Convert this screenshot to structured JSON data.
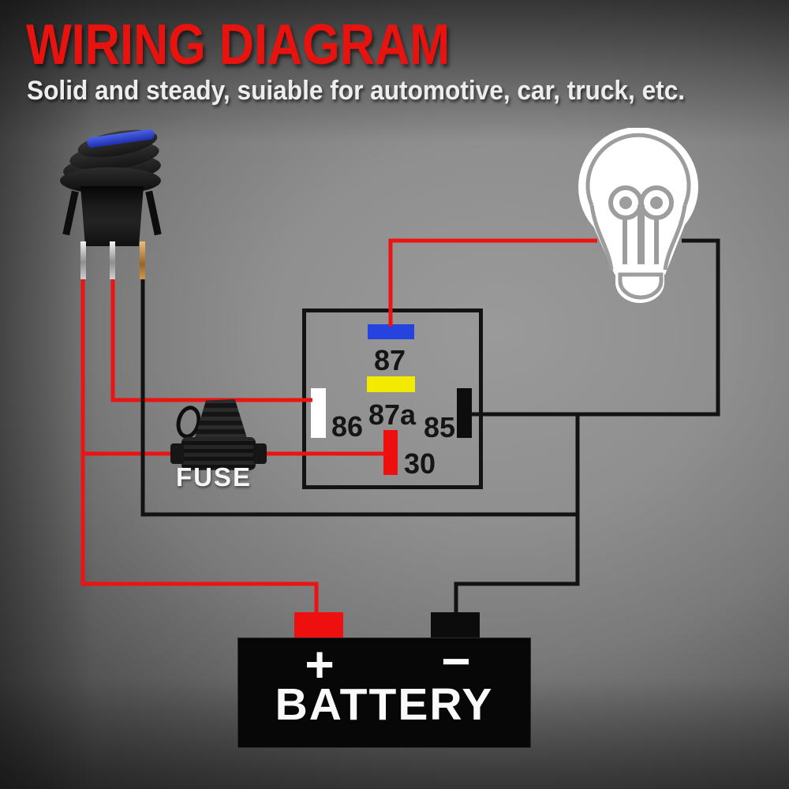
{
  "header": {
    "title": "WIRING DIAGRAM",
    "subtitle": "Solid and steady, suiable for automotive, car, truck, etc."
  },
  "relay": {
    "pins": {
      "p87": "87",
      "p87a": "87a",
      "p86": "86",
      "p85": "85",
      "p30": "30"
    }
  },
  "fuse": {
    "label": "FUSE"
  },
  "battery": {
    "label": "BATTERY",
    "positive": "+",
    "negative": "−"
  },
  "icons": {
    "switch": "rocker-switch-icon",
    "bulb": "light-bulb-icon",
    "fuse": "fuse-holder-icon",
    "battery": "battery-icon"
  },
  "colors": {
    "title_red": "#e8120f",
    "wire_red": "#ec1313",
    "wire_black": "#121212",
    "pin_blue": "#2544df",
    "pin_yellow": "#f2ea00",
    "pin_white": "#ffffff",
    "pin_black": "#0d0d0d",
    "pin_red": "#ee0f0f",
    "label_dark": "#151515",
    "battery_body": "#070707",
    "bulb_line_gray": "#9d9d9d"
  }
}
